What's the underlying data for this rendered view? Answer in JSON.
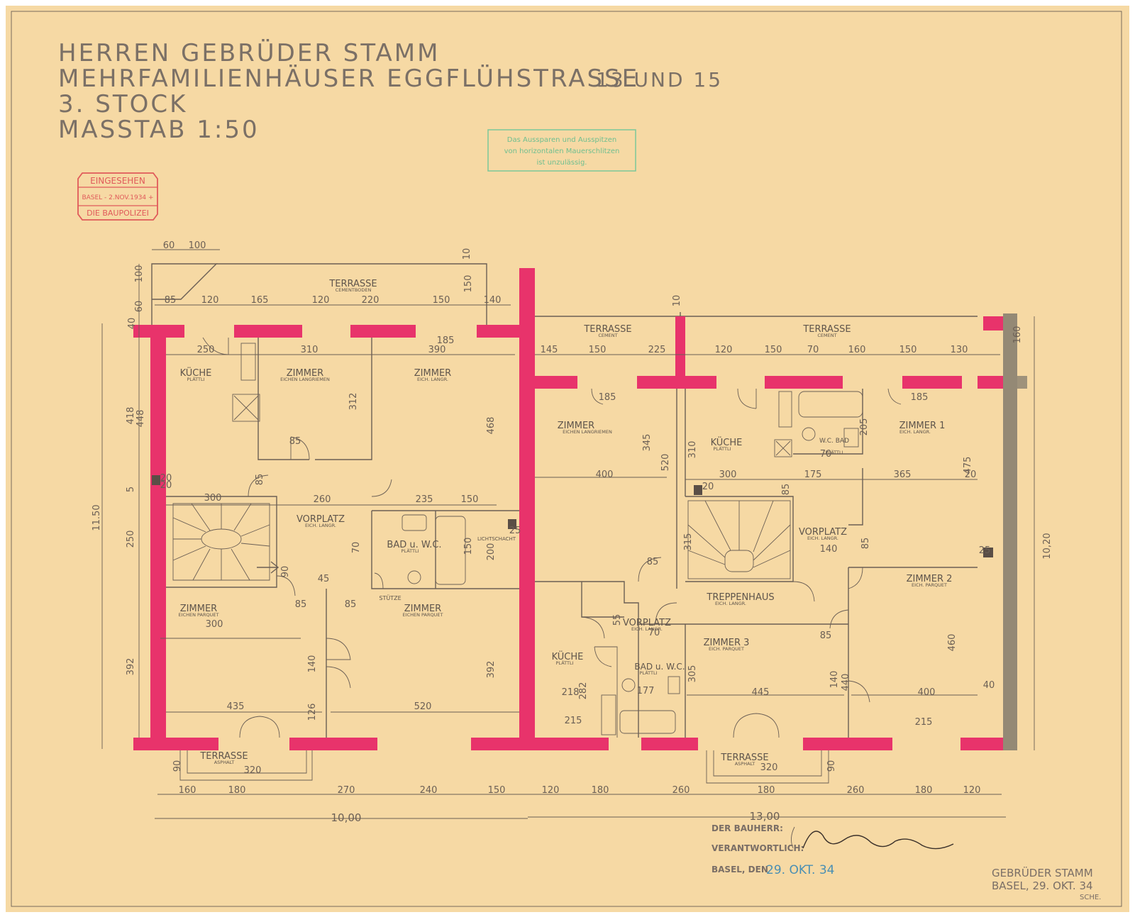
{
  "title_block": {
    "line1": "HERREN GEBRÜDER STAMM",
    "line2": "MEHRFAMILIENHÄUSER EGGFLÜHSTRASSE",
    "line2_nums": "13 UND 15",
    "line3": "3. STOCK",
    "line4": "MASSTAB 1:50"
  },
  "stamp_green": {
    "line1": "Das Aussparen und Ausspitzen",
    "line2": "von horizontalen Mauerschlitzen",
    "line3": "ist unzulässig."
  },
  "stamp_red": {
    "line1": "EINGESEHEN",
    "line2": "BASEL - 2.NOV.1934 +",
    "line3": "DIE BAUPOLIZEI"
  },
  "rooms_left": {
    "terrasse_top": "TERRASSE",
    "terrasse_top_sub": "CEMENTBODEN",
    "kueche": "KÜCHE",
    "kueche_sub": "PLÄTTLI",
    "zimmer_a": "ZIMMER",
    "zimmer_a_sub": "EICHEN LANGRIEMEN",
    "zimmer_b": "ZIMMER",
    "zimmer_b_sub": "EICH. LANGR.",
    "vorplatz": "VORPLATZ",
    "vorplatz_sub": "EICH. LANGR.",
    "bad": "BAD u. W.C.",
    "bad_sub": "PLÄTTLI",
    "lichtschacht": "LICHTSCHACHT",
    "stuetze": "STÜTZE",
    "zimmer_c": "ZIMMER",
    "zimmer_c_sub": "EICHEN PARQUET",
    "zimmer_d": "ZIMMER",
    "zimmer_d_sub": "EICHEN PARQUET",
    "terrasse_bottom": "TERRASSE",
    "terrasse_bottom_sub": "ASPHALT"
  },
  "rooms_right": {
    "terrasse1": "TERRASSE",
    "terrasse1_sub": "CEMENT",
    "terrasse2": "TERRASSE",
    "terrasse2_sub": "CEMENT",
    "zimmer": "ZIMMER",
    "zimmer_sub": "EICHEN LANGRIEMEN",
    "kueche": "KÜCHE",
    "kueche_sub": "PLÄTTLI",
    "wc_bad": "W.C. BAD",
    "wc_bad_sub": "PLÄTTLI",
    "zimmer1": "ZIMMER 1",
    "zimmer1_sub": "EICH. LANGR.",
    "vorplatz": "VORPLATZ",
    "vorplatz_sub": "EICH. LANGR.",
    "zimmer2": "ZIMMER 2",
    "zimmer2_sub": "EICH. PARQUET",
    "treppenhaus": "TREPPENHAUS",
    "treppenhaus_sub": "EICH. LANGR.",
    "vorplatz2": "VORPLATZ",
    "vorplatz2_sub": "EICH. LANGR.",
    "kueche2": "KÜCHE",
    "kueche2_sub": "PLÄTTLI",
    "bad_wc": "BAD u. W.C.",
    "bad_wc_sub": "PLÄTTLI",
    "zimmer3": "ZIMMER 3",
    "zimmer3_sub": "EICH. PARQUET",
    "terrasse_bottom": "TERRASSE",
    "terrasse_bottom_sub": "ASPHALT"
  },
  "dims_top": [
    "60",
    "100",
    "85",
    "120",
    "165",
    "120",
    "220",
    "150",
    "140",
    "10",
    "150",
    "100",
    "60",
    "40"
  ],
  "dims_row2_left": [
    "250",
    "310",
    "390",
    "185"
  ],
  "dims_row2_right": [
    "145",
    "150",
    "225",
    "120",
    "150",
    "70",
    "160",
    "150",
    "130",
    "160",
    "10"
  ],
  "dims_mid": [
    "85",
    "312",
    "468",
    "300",
    "260",
    "235",
    "150",
    "85",
    "70",
    "150",
    "200",
    "90",
    "45",
    "85",
    "85",
    "300",
    "140",
    "126",
    "435",
    "520",
    "392",
    "392",
    "418",
    "448",
    "250",
    "11.50",
    "20",
    "20",
    "5",
    "25"
  ],
  "dims_right_inner": [
    "185",
    "185",
    "345",
    "520",
    "310",
    "400",
    "300",
    "175",
    "365",
    "475",
    "20",
    "205",
    "70",
    "140",
    "85",
    "85",
    "315",
    "85",
    "85",
    "460",
    "440",
    "400",
    "445",
    "305",
    "218",
    "282",
    "177",
    "215",
    "215",
    "70",
    "55",
    "40",
    "20",
    "25",
    "10,20",
    "140"
  ],
  "dims_bottom": [
    "90",
    "320",
    "90",
    "320",
    "160",
    "180",
    "270",
    "240",
    "150",
    "120",
    "180",
    "260",
    "180",
    "260",
    "180",
    "120"
  ],
  "total_left": "10,00",
  "total_right": "13,00",
  "sign": {
    "bauherr": "DER BAUHERR:",
    "verantwortlich": "VERANTWORTLICH:",
    "basel_den": "BASEL, DEN",
    "date": "29. OKT. 34"
  },
  "firm": {
    "line1": "GEBRÜDER STAMM",
    "line2": "BASEL, 29. OKT. 34",
    "line3": "SCHE."
  },
  "colors": {
    "paper": "#f6d9a4",
    "wall": "#e8336b",
    "ink": "#6b5f55",
    "stamp_red": "#e05a5a",
    "stamp_green": "#7cc79a",
    "neighbor": "#8a8070",
    "date_ink": "#4a8fb3"
  }
}
